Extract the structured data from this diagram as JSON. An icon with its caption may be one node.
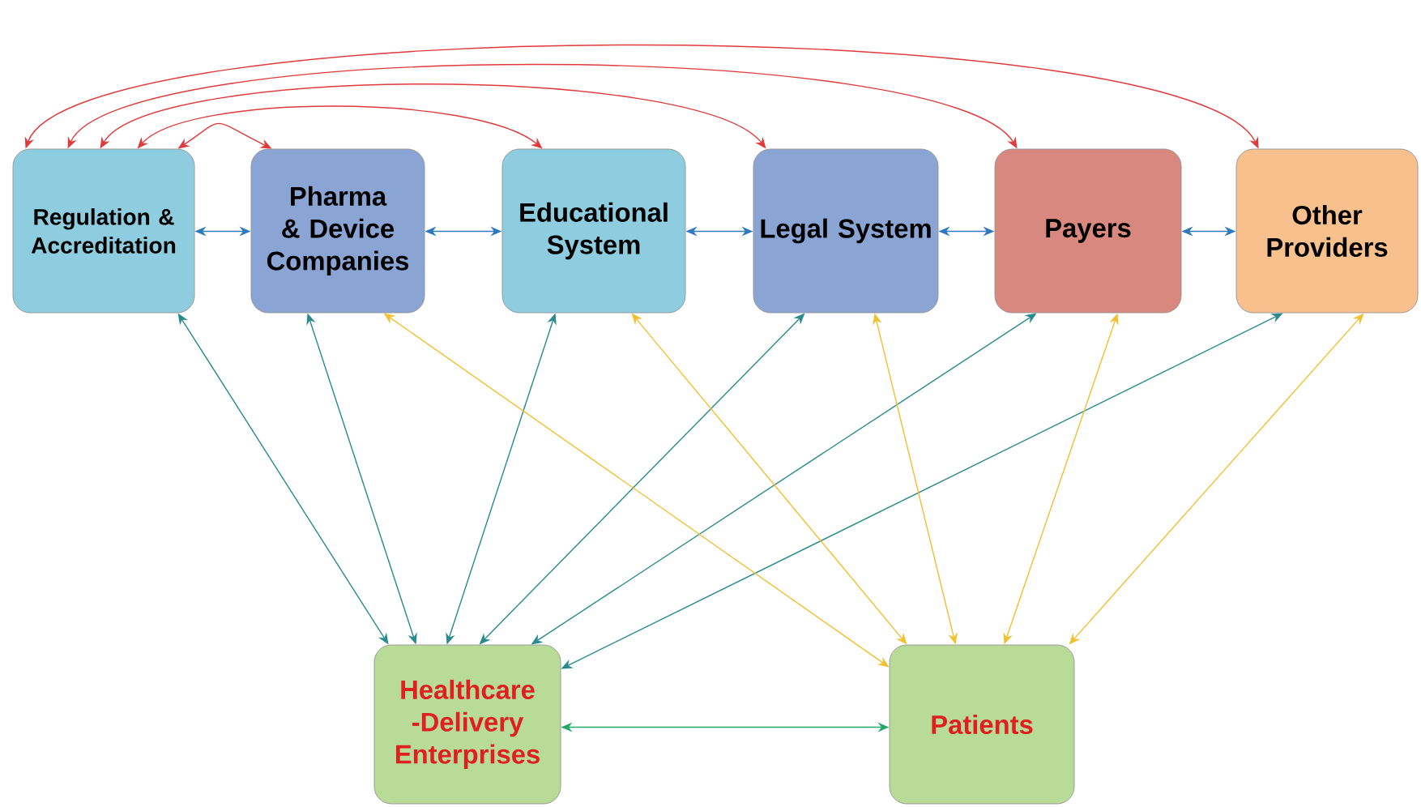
{
  "diagram": {
    "nodes": [
      {
        "text": [
          "Regulation & Accreditation"
        ]
      },
      {
        "text": [
          "Pharma & Device Companies"
        ]
      },
      {
        "text": [
          "Educational System"
        ]
      },
      {
        "text": [
          "Legal System"
        ]
      },
      {
        "text": [
          "Payers"
        ]
      },
      {
        "text": [
          "Other Providers"
        ]
      },
      {
        "text": [
          "Healthcare -Delivery Enterprises"
        ]
      },
      {
        "text": [
          "Patients"
        ]
      }
    ],
    "edges": [
      {
        "from": 0,
        "to": 1,
        "arrow": "both",
        "color": "#e03a3a"
      },
      {
        "from": 0,
        "to": 2,
        "arrow": "both",
        "color": "#e03a3a"
      },
      {
        "from": 0,
        "to": 3,
        "arrow": "both",
        "color": "#e03a3a"
      },
      {
        "from": 0,
        "to": 4,
        "arrow": "both",
        "color": "#e03a3a"
      },
      {
        "from": 0,
        "to": 5,
        "arrow": "both",
        "color": "#e03a3a"
      },
      {
        "from": 0,
        "to": 1,
        "arrow": "both",
        "color": "#2e78c0"
      },
      {
        "from": 1,
        "to": 2,
        "arrow": "both",
        "color": "#2e78c0"
      },
      {
        "from": 2,
        "to": 3,
        "arrow": "both",
        "color": "#2e78c0"
      },
      {
        "from": 3,
        "to": 4,
        "arrow": "both",
        "color": "#2e78c0"
      },
      {
        "from": 4,
        "to": 5,
        "arrow": "both",
        "color": "#2e78c0"
      },
      {
        "from": 0,
        "to": 6,
        "arrow": "both",
        "color": "#2a8a8c"
      },
      {
        "from": 1,
        "to": 6,
        "arrow": "both",
        "color": "#2a8a8c"
      },
      {
        "from": 2,
        "to": 6,
        "arrow": "both",
        "color": "#2a8a8c"
      },
      {
        "from": 3,
        "to": 6,
        "arrow": "both",
        "color": "#2a8a8c"
      },
      {
        "from": 4,
        "to": 6,
        "arrow": "both",
        "color": "#2a8a8c"
      },
      {
        "from": 5,
        "to": 6,
        "arrow": "both",
        "color": "#2a8a8c"
      },
      {
        "from": 1,
        "to": 7,
        "arrow": "both",
        "color": "#f0c030"
      },
      {
        "from": 2,
        "to": 7,
        "arrow": "both",
        "color": "#f0c030"
      },
      {
        "from": 3,
        "to": 7,
        "arrow": "both",
        "color": "#f0c030"
      },
      {
        "from": 4,
        "to": 7,
        "arrow": "both",
        "color": "#f0c030"
      },
      {
        "from": 5,
        "to": 7,
        "arrow": "both",
        "color": "#f0c030"
      },
      {
        "from": 6,
        "to": 7,
        "arrow": "both",
        "color": "#22a864"
      }
    ]
  }
}
